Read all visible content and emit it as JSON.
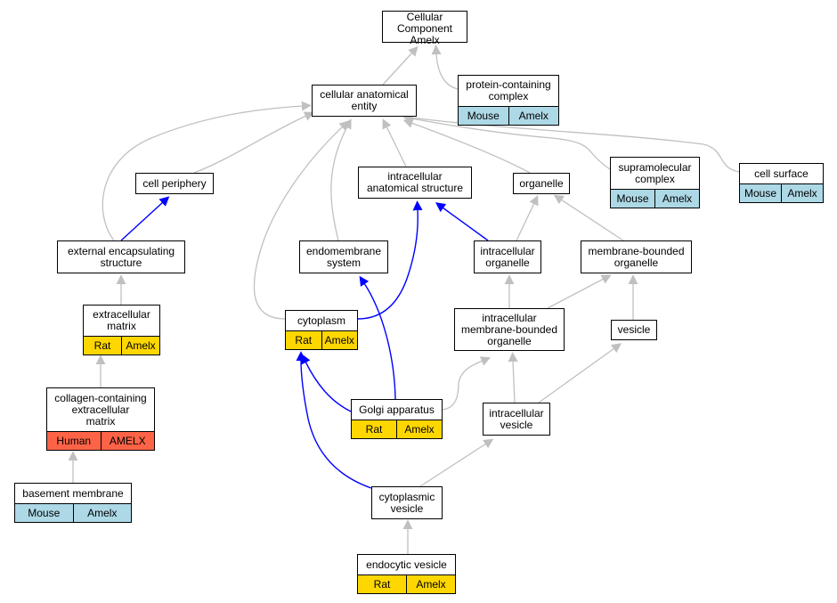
{
  "colors": {
    "gray_edge": "#c0c0c0",
    "blue_edge": "#0000ff",
    "mouse": "#add8e6",
    "rat": "#ffd700",
    "human": "#ff6347"
  },
  "nodes": {
    "cellular_component": {
      "label": "Cellular Component\nAmelx"
    },
    "cellular_anatomical_entity": {
      "label": "cellular anatomical\nentity"
    },
    "protein_containing_complex": {
      "label": "protein-containing\ncomplex",
      "species": "Mouse",
      "gene": "Amelx"
    },
    "cell_periphery": {
      "label": "cell periphery"
    },
    "intracellular_anatomical_structure": {
      "label": "intracellular\nanatomical structure"
    },
    "organelle": {
      "label": "organelle"
    },
    "supramolecular_complex": {
      "label": "supramolecular\ncomplex",
      "species": "Mouse",
      "gene": "Amelx"
    },
    "cell_surface": {
      "label": "cell surface",
      "species": "Mouse",
      "gene": "Amelx"
    },
    "external_encapsulating_structure": {
      "label": "external encapsulating\nstructure"
    },
    "endomembrane_system": {
      "label": "endomembrane\nsystem"
    },
    "intracellular_organelle": {
      "label": "intracellular\norganelle"
    },
    "membrane_bounded_organelle": {
      "label": "membrane-bounded\norganelle"
    },
    "extracellular_matrix": {
      "label": "extracellular\nmatrix",
      "species": "Rat",
      "gene": "Amelx"
    },
    "cytoplasm": {
      "label": "cytoplasm",
      "species": "Rat",
      "gene": "Amelx"
    },
    "intracellular_membrane_bounded_organelle": {
      "label": "intracellular\nmembrane-bounded\norganelle"
    },
    "vesicle": {
      "label": "vesicle"
    },
    "collagen_containing_extracellular_matrix": {
      "label": "collagen-containing\nextracellular\nmatrix",
      "species": "Human",
      "gene": "AMELX"
    },
    "golgi_apparatus": {
      "label": "Golgi apparatus",
      "species": "Rat",
      "gene": "Amelx"
    },
    "intracellular_vesicle": {
      "label": "intracellular\nvesicle"
    },
    "basement_membrane": {
      "label": "basement membrane",
      "species": "Mouse",
      "gene": "Amelx"
    },
    "cytoplasmic_vesicle": {
      "label": "cytoplasmic\nvesicle"
    },
    "endocytic_vesicle": {
      "label": "endocytic vesicle",
      "species": "Rat",
      "gene": "Amelx"
    }
  },
  "edges": [
    {
      "from": "cellular_anatomical_entity",
      "to": "cellular_component",
      "type": "is_a"
    },
    {
      "from": "protein_containing_complex",
      "to": "cellular_component",
      "type": "is_a"
    },
    {
      "from": "cell_periphery",
      "to": "cellular_anatomical_entity",
      "type": "is_a"
    },
    {
      "from": "intracellular_anatomical_structure",
      "to": "cellular_anatomical_entity",
      "type": "is_a"
    },
    {
      "from": "organelle",
      "to": "cellular_anatomical_entity",
      "type": "is_a"
    },
    {
      "from": "supramolecular_complex",
      "to": "cellular_anatomical_entity",
      "type": "is_a"
    },
    {
      "from": "cell_surface",
      "to": "cellular_anatomical_entity",
      "type": "is_a"
    },
    {
      "from": "external_encapsulating_structure",
      "to": "cellular_anatomical_entity",
      "type": "is_a"
    },
    {
      "from": "endomembrane_system",
      "to": "cellular_anatomical_entity",
      "type": "is_a"
    },
    {
      "from": "cytoplasm",
      "to": "cellular_anatomical_entity",
      "type": "is_a"
    },
    {
      "from": "external_encapsulating_structure",
      "to": "cell_periphery",
      "type": "part_of"
    },
    {
      "from": "intracellular_organelle",
      "to": "intracellular_anatomical_structure",
      "type": "part_of"
    },
    {
      "from": "cytoplasm",
      "to": "intracellular_anatomical_structure",
      "type": "part_of"
    },
    {
      "from": "intracellular_organelle",
      "to": "organelle",
      "type": "is_a"
    },
    {
      "from": "membrane_bounded_organelle",
      "to": "organelle",
      "type": "is_a"
    },
    {
      "from": "extracellular_matrix",
      "to": "external_encapsulating_structure",
      "type": "is_a"
    },
    {
      "from": "intracellular_membrane_bounded_organelle",
      "to": "intracellular_organelle",
      "type": "is_a"
    },
    {
      "from": "intracellular_membrane_bounded_organelle",
      "to": "membrane_bounded_organelle",
      "type": "is_a"
    },
    {
      "from": "vesicle",
      "to": "membrane_bounded_organelle",
      "type": "is_a"
    },
    {
      "from": "collagen_containing_extracellular_matrix",
      "to": "extracellular_matrix",
      "type": "is_a"
    },
    {
      "from": "golgi_apparatus",
      "to": "cytoplasm",
      "type": "part_of"
    },
    {
      "from": "golgi_apparatus",
      "to": "endomembrane_system",
      "type": "part_of"
    },
    {
      "from": "golgi_apparatus",
      "to": "intracellular_membrane_bounded_organelle",
      "type": "is_a"
    },
    {
      "from": "intracellular_vesicle",
      "to": "intracellular_membrane_bounded_organelle",
      "type": "is_a"
    },
    {
      "from": "intracellular_vesicle",
      "to": "vesicle",
      "type": "is_a"
    },
    {
      "from": "basement_membrane",
      "to": "collagen_containing_extracellular_matrix",
      "type": "is_a"
    },
    {
      "from": "cytoplasmic_vesicle",
      "to": "intracellular_vesicle",
      "type": "is_a"
    },
    {
      "from": "cytoplasmic_vesicle",
      "to": "cytoplasm",
      "type": "part_of"
    },
    {
      "from": "endocytic_vesicle",
      "to": "cytoplasmic_vesicle",
      "type": "is_a"
    }
  ]
}
